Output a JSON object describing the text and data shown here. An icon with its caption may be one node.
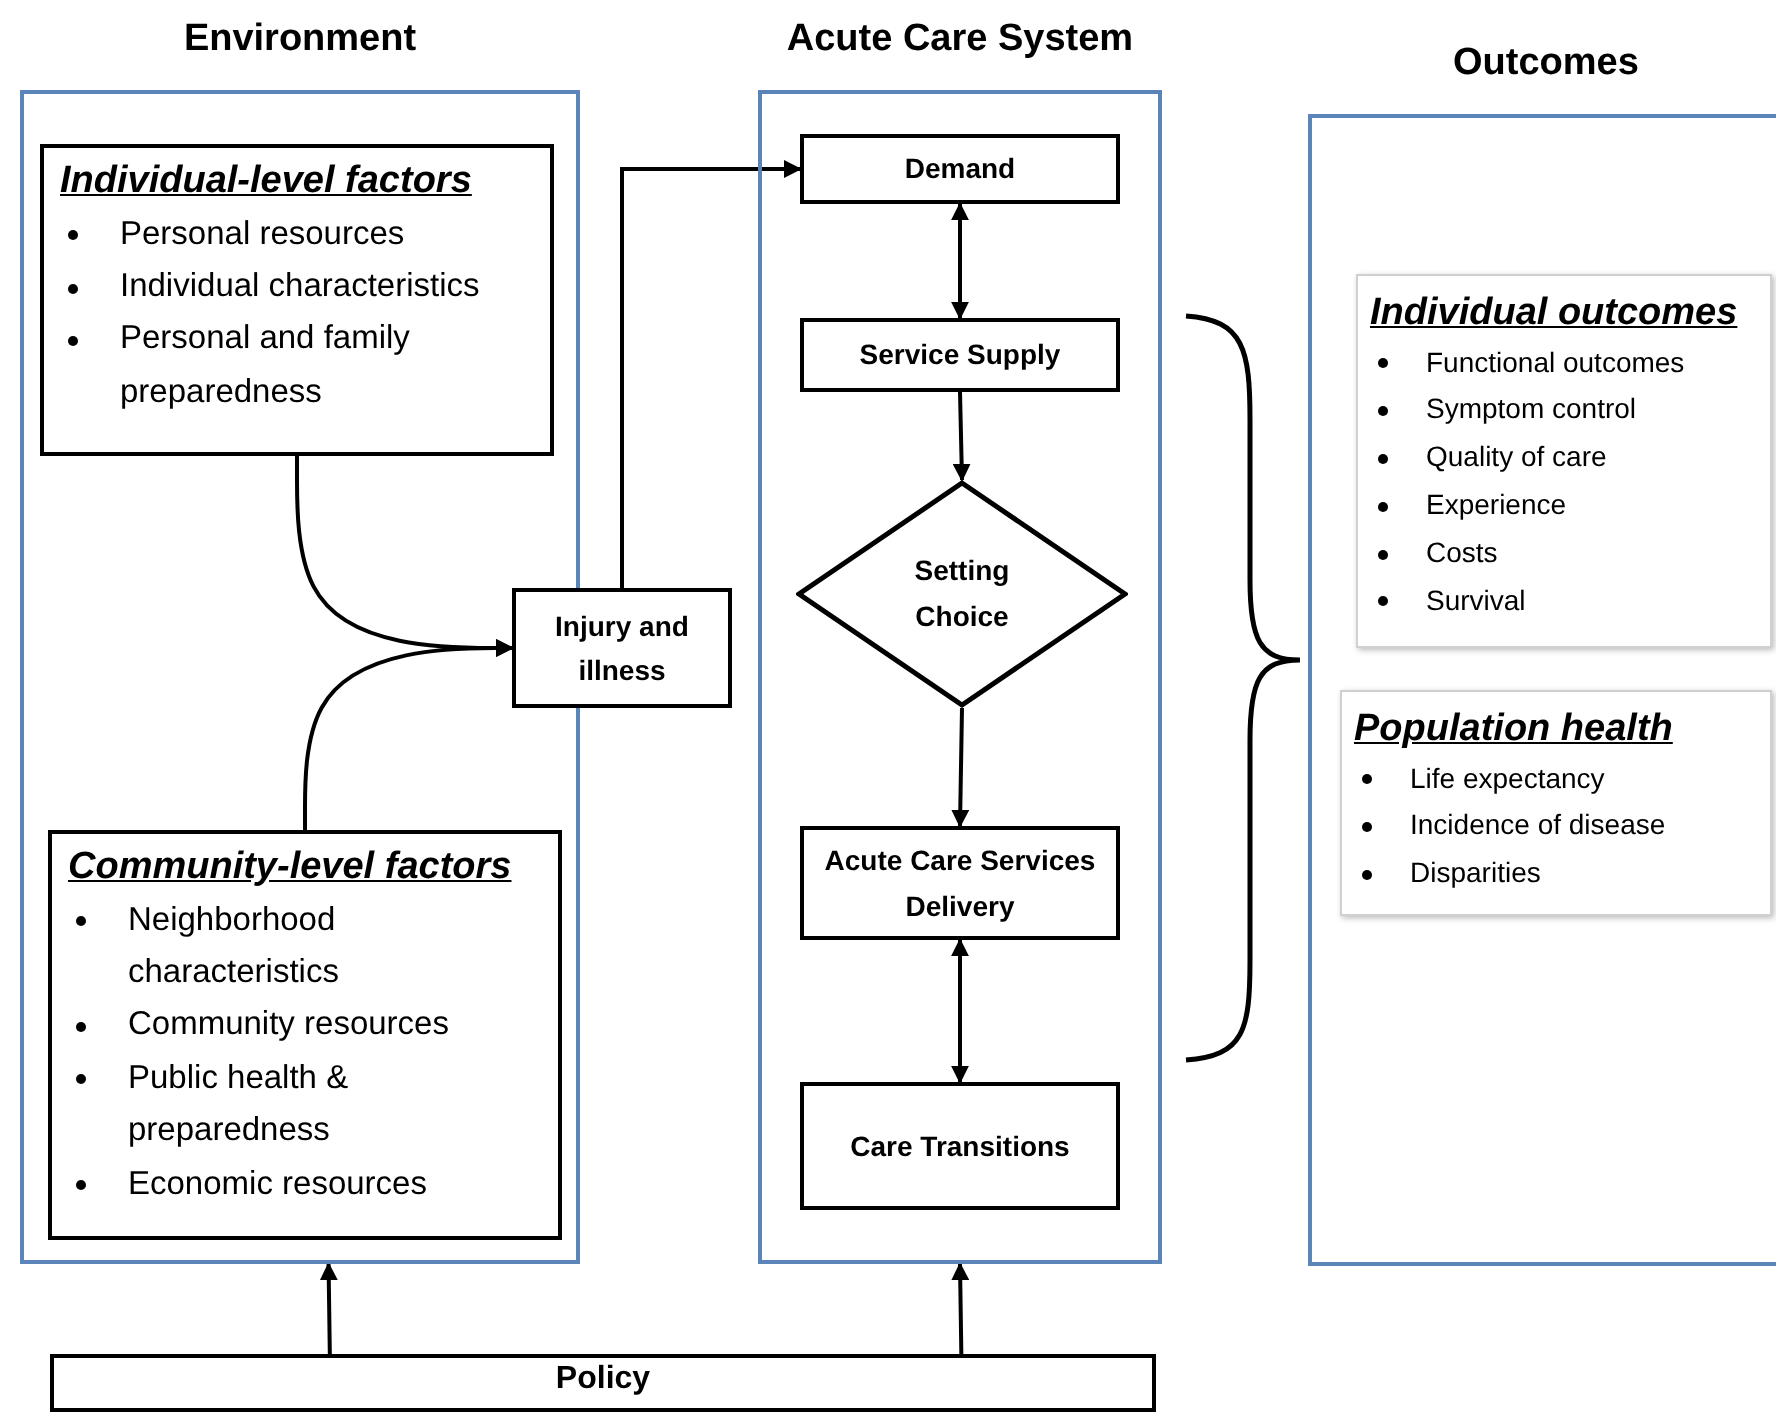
{
  "diagram": {
    "nodes": [
      {
        "text": [
          "Environment"
        ]
      },
      {
        "text": [
          "Individual-level factors",
          "Personal resources",
          "Individual characteristics",
          "Personal and family preparedness"
        ],
        "in": 0
      },
      {
        "text": [
          "Community-level factors",
          "Neighborhood characteristics",
          "Community resources",
          "Public health & preparedness",
          "Economic resources"
        ],
        "in": 0
      },
      {
        "text": [
          "Injury and illness"
        ]
      },
      {
        "text": [
          "Acute Care System"
        ]
      },
      {
        "text": [
          "Demand"
        ],
        "in": 4
      },
      {
        "text": [
          "Service Supply"
        ],
        "in": 4
      },
      {
        "text": [
          "Setting Choice"
        ],
        "in": 4
      },
      {
        "text": [
          "Acute Care Services Delivery"
        ],
        "in": 4
      },
      {
        "text": [
          "Care Transitions"
        ],
        "in": 4
      },
      {
        "text": [
          "Outcomes"
        ]
      },
      {
        "text": [
          "Individual outcomes",
          "Functional outcomes",
          "Symptom control",
          "Quality of care",
          "Experience",
          "Costs",
          "Survival"
        ],
        "in": 10
      },
      {
        "text": [
          "Population health",
          "Life expectancy",
          "Incidence of disease",
          "Disparities"
        ],
        "in": 10
      },
      {
        "text": [
          "Policy"
        ]
      }
    ],
    "edges": [
      {
        "from": 1,
        "to": 3,
        "arrow": "to"
      },
      {
        "from": 2,
        "to": 3,
        "arrow": "to"
      },
      {
        "from": 3,
        "to": 5,
        "arrow": "to"
      },
      {
        "from": 5,
        "to": 6,
        "arrow": "both"
      },
      {
        "from": 6,
        "to": 7,
        "arrow": "to"
      },
      {
        "from": 7,
        "to": 8,
        "arrow": "to"
      },
      {
        "from": 8,
        "to": 9,
        "arrow": "both"
      },
      {
        "from": 13,
        "to": 0,
        "arrow": "to"
      },
      {
        "from": 13,
        "to": 4,
        "arrow": "to"
      }
    ]
  }
}
